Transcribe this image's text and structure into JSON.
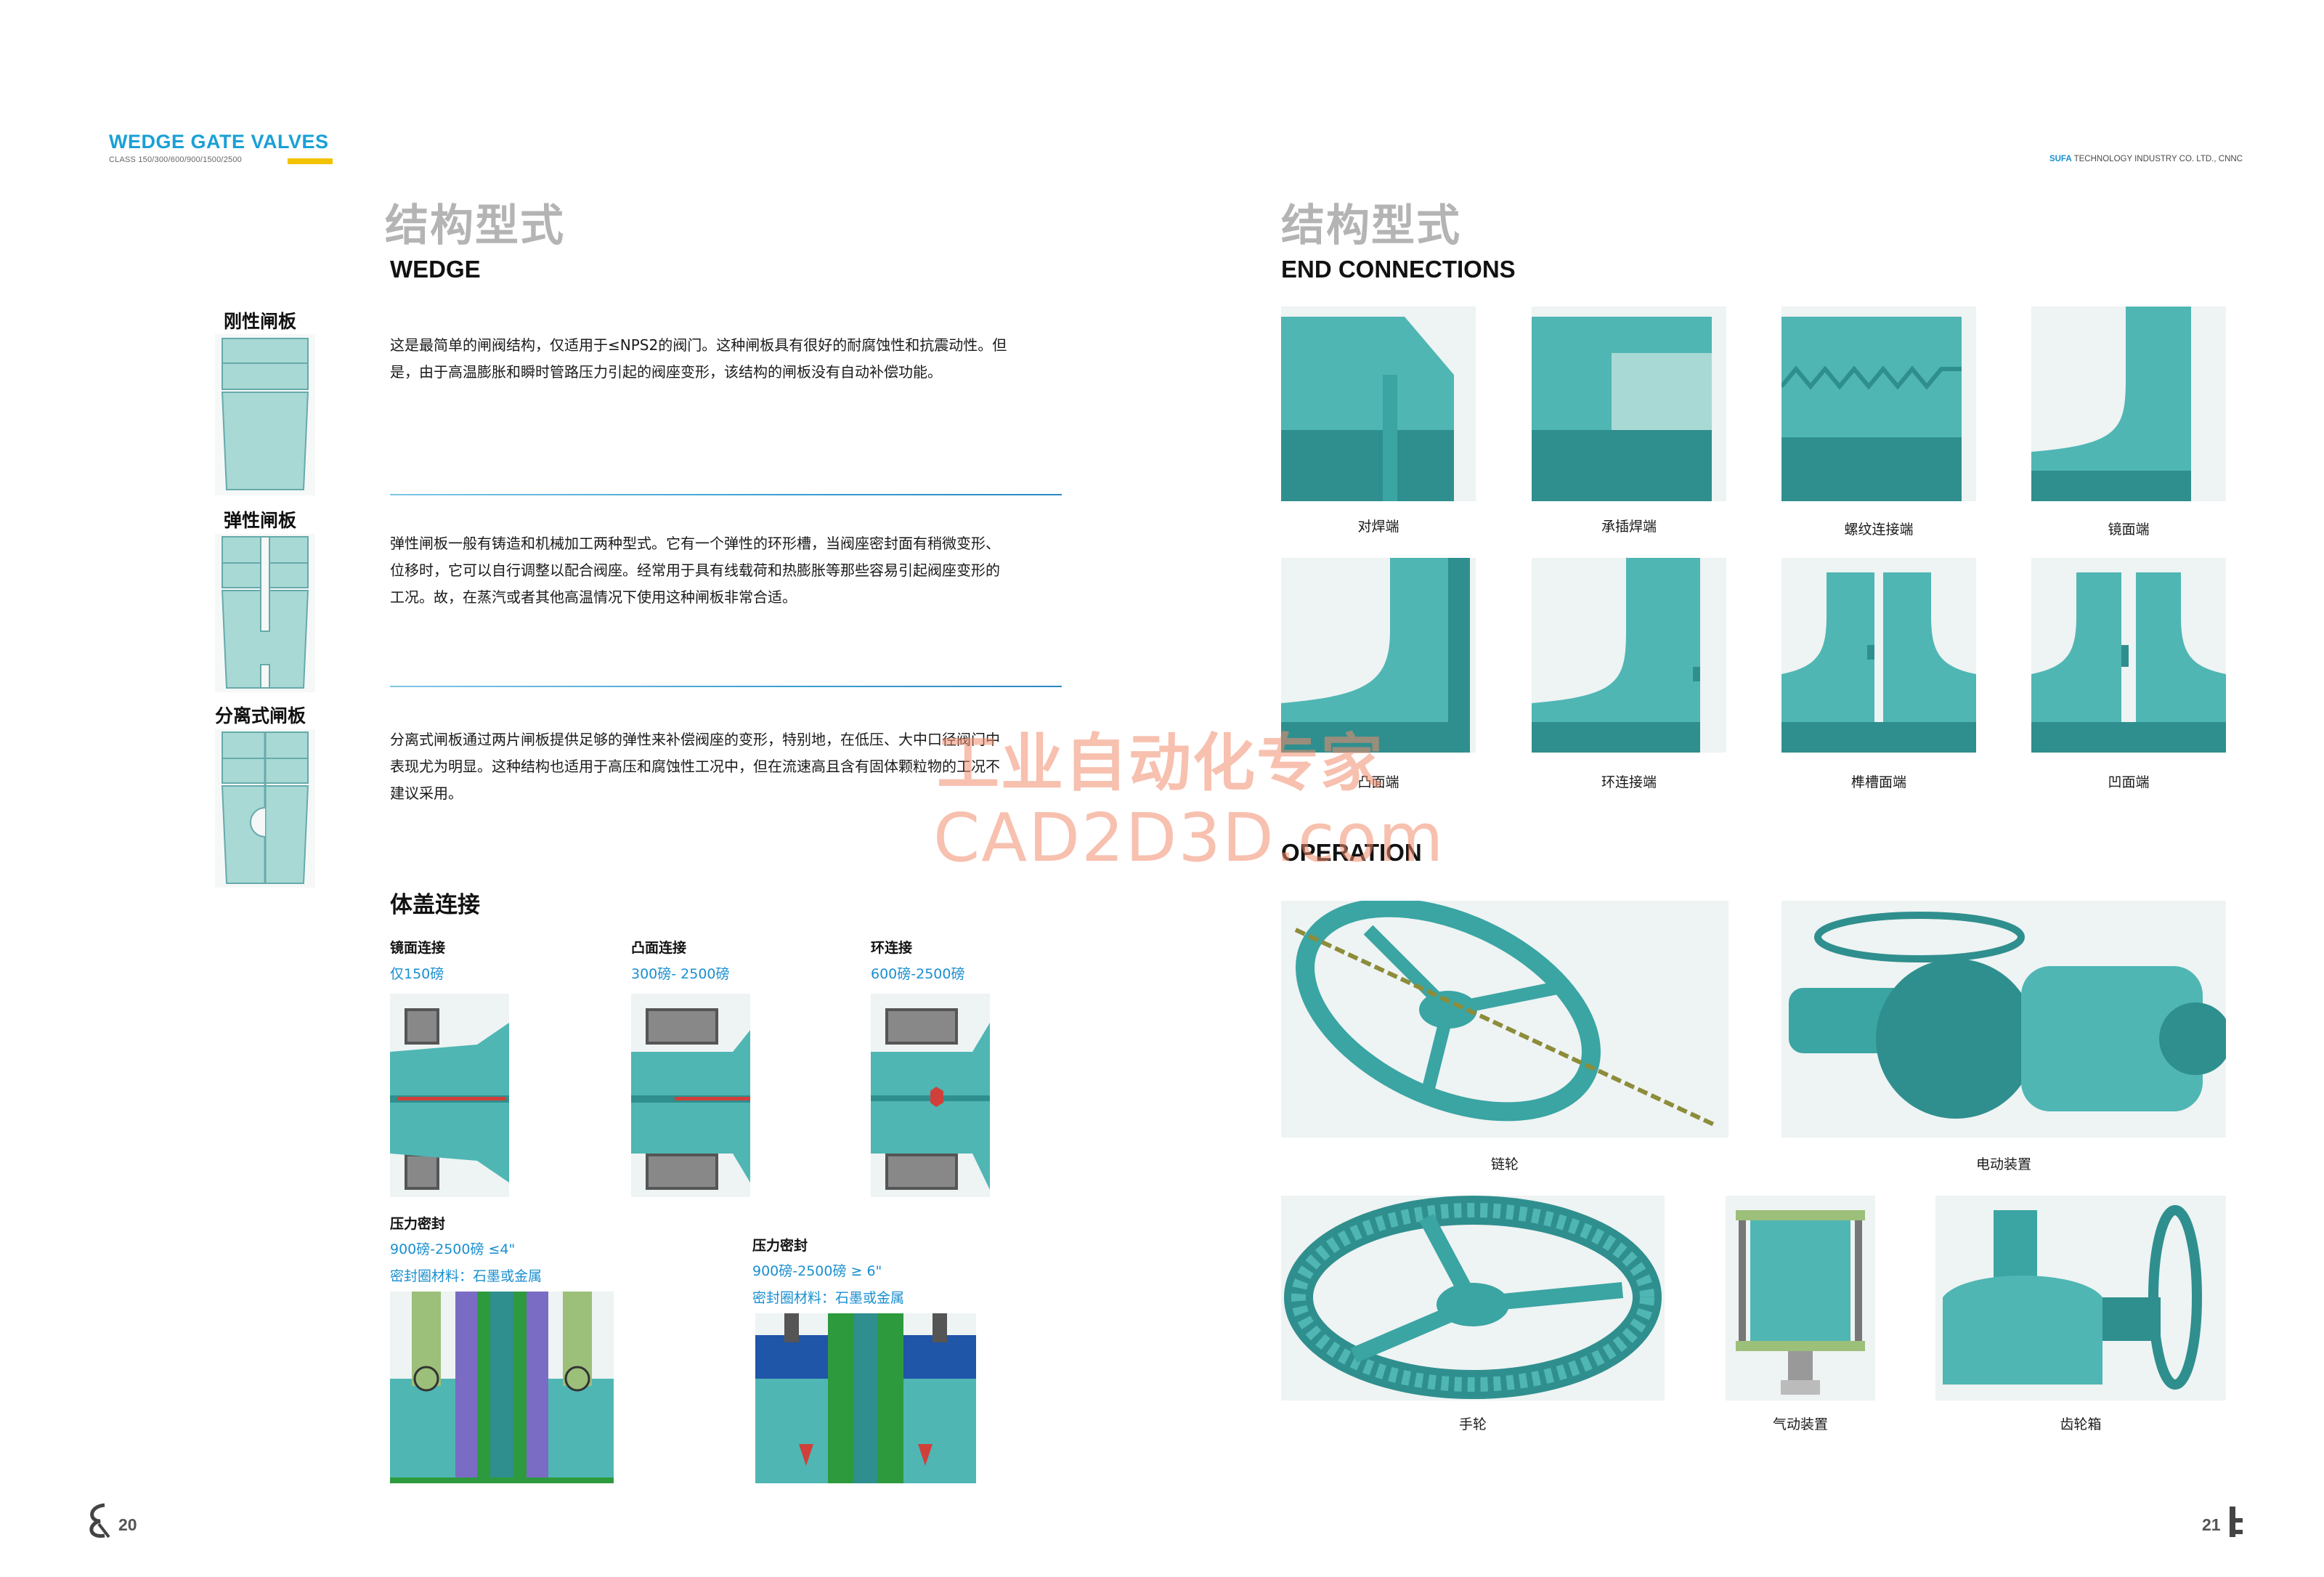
{
  "header": {
    "brand": "WEDGE GATE VALVES",
    "brand_sub": "CLASS 150/300/600/900/1500/2500",
    "company_bold": "SUFA",
    "company_rest": " TECHNOLOGY INDUSTRY CO. LTD., CNNC"
  },
  "left": {
    "big_title": "结构型式",
    "en_title": "WEDGE",
    "wedges": [
      "刚性闸板",
      "弹性闸板",
      "分离式闸板"
    ],
    "para1_lines": [
      "这是最简单的闸阀结构，仅适用于≤NPS2的阀门。这种闸板具有很好的耐腐蚀性和抗震动性。但",
      "是，由于高温膨胀和瞬时管路压力引起的阀座变形，该结构的闸板没有自动补偿功能。"
    ],
    "para2_lines": [
      "弹性闸板一般有铸造和机械加工两种型式。它有一个弹性的环形槽，当阀座密封面有稍微变形、",
      "位移时，它可以自行调整以配合阀座。经常用于具有线载荷和热膨胀等那些容易引起阀座变形的",
      "工况。故，在蒸汽或者其他高温情况下使用这种闸板非常合适。"
    ],
    "para3_lines": [
      "分离式闸板通过两片闸板提供足够的弹性来补偿阀座的变形，特别地，在低压、大中口径阀门中",
      "表现尤为明显。这种结构也适用于高压和腐蚀性工况中，但在流速高且含有固体颗粒物的工况不",
      "建议采用。"
    ],
    "bonnet_title": "体盖连接",
    "bonnet": [
      {
        "name": "镜面连接",
        "range": "仅150磅"
      },
      {
        "name": "凸面连接",
        "range": "300磅- 2500磅"
      },
      {
        "name": "环连接",
        "range": "600磅-2500磅"
      }
    ],
    "seal1": {
      "name": "压力密封",
      "range": "900磅-2500磅  ≤4\"",
      "material": "密封圈材料：石墨或金属"
    },
    "seal2": {
      "name": "压力密封",
      "range": "900磅-2500磅  ≥  6\"",
      "material": "密封圈材料：石墨或金属"
    },
    "page_num": "20"
  },
  "right": {
    "big_title": "结构型式",
    "end_title": "END CONNECTIONS",
    "ends": [
      "对焊端",
      "承插焊端",
      "螺纹连接端",
      "镜面端",
      "凸面端",
      "环连接端",
      "榫槽面端",
      "凹面端"
    ],
    "op_title": "OPERATION",
    "ops": [
      "链轮",
      "电动装置",
      "手轮",
      "气动装置",
      "齿轮箱"
    ],
    "page_num": "21"
  },
  "watermark": {
    "line1": "工业自动化专家",
    "line2": "CAD2D3D.com"
  },
  "colors": {
    "teal": "#4fb6b4",
    "teal_light": "#a9d9d5",
    "teal_dark": "#2f8f8e",
    "accent_blue": "#1a8fd0",
    "yellow": "#f2c300"
  }
}
